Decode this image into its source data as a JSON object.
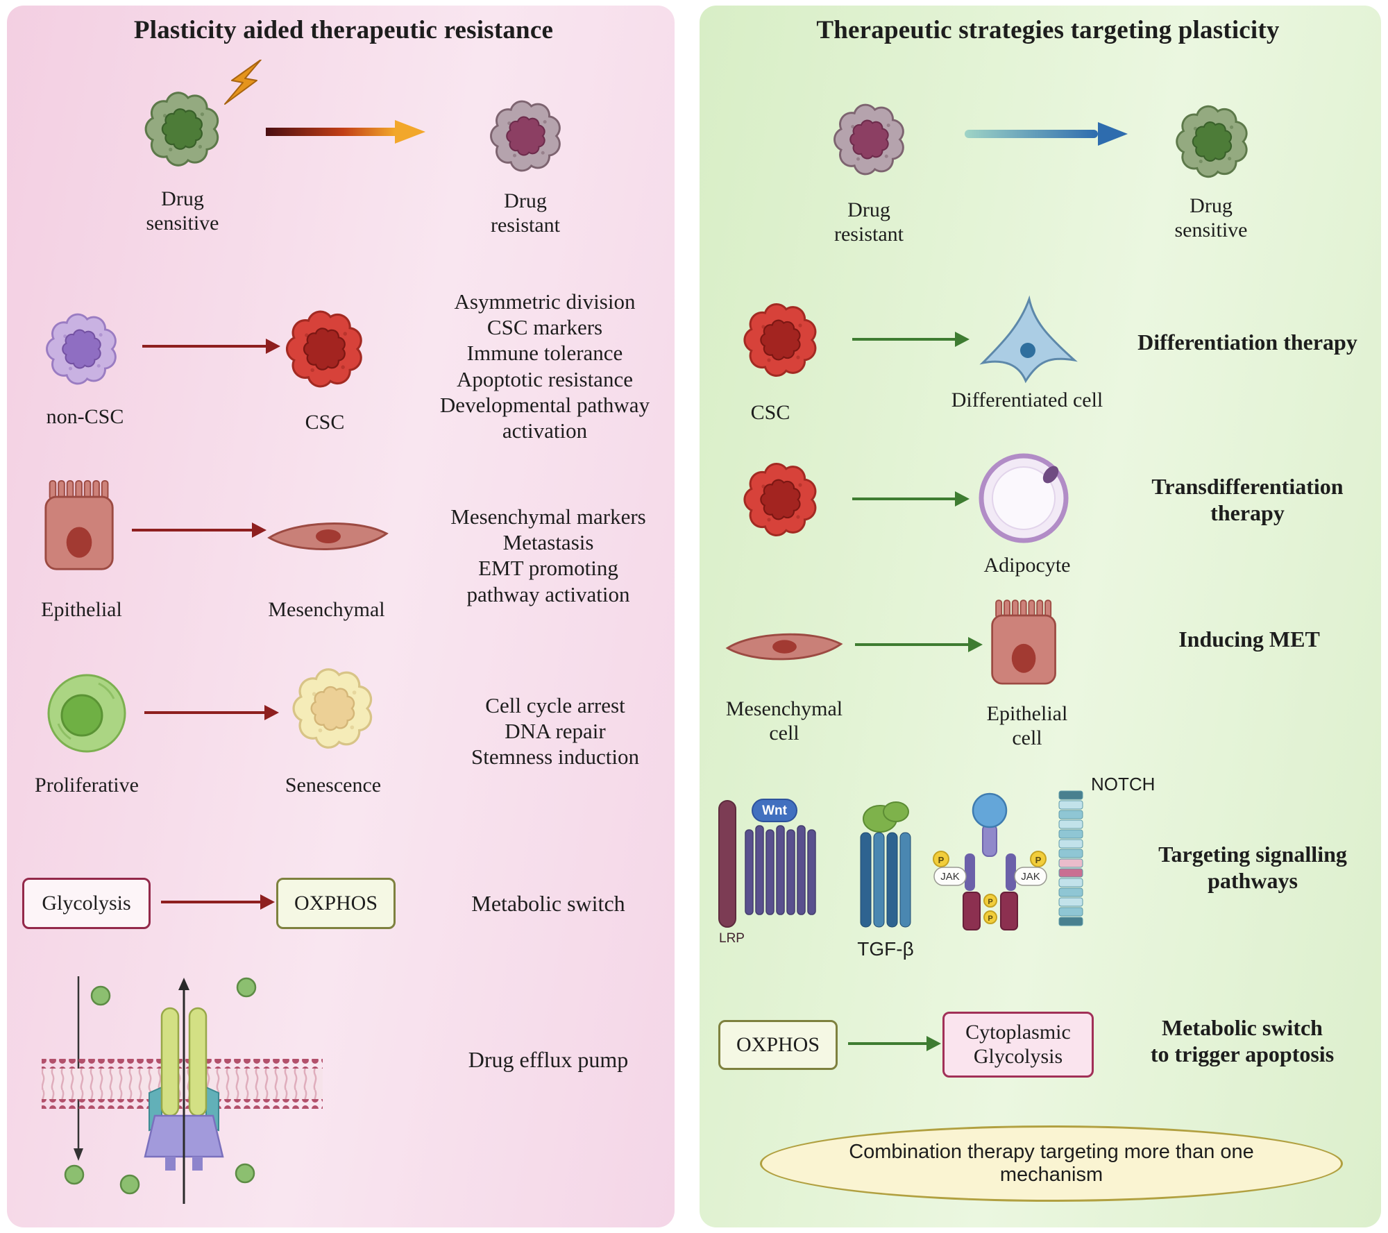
{
  "colors": {
    "left_panel_bg": "#f6d9e9",
    "right_panel_bg": "#dff0d0",
    "resistance_arrow": "#8e1f1f",
    "therapy_arrow": "#3e7c31",
    "resistance_gradient_start": "#4a0e12",
    "resistance_gradient_end": "#f2a72b",
    "sensitization_gradient_start": "#9fd4c6",
    "sensitization_gradient_end": "#2e6cae"
  },
  "left_panel": {
    "title": "Plasticity aided therapeutic resistance",
    "transition": {
      "from_label": "Drug\nsensitive",
      "to_label": "Drug\nresistant"
    },
    "csc_row": {
      "from_label": "non-CSC",
      "to_label": "CSC",
      "effects": "Asymmetric division\nCSC markers\nImmune tolerance\nApoptotic resistance\nDevelopmental pathway\nactivation"
    },
    "emt_row": {
      "from_label": "Epithelial",
      "to_label": "Mesenchymal",
      "effects": "Mesenchymal markers\nMetastasis\nEMT promoting\npathway activation"
    },
    "senescence_row": {
      "from_label": "Proliferative",
      "to_label": "Senescence",
      "effects": "Cell cycle arrest\nDNA repair\nStemness induction"
    },
    "metabolic_row": {
      "from_box": "Glycolysis",
      "to_box": "OXPHOS",
      "effects": "Metabolic switch"
    },
    "efflux_row": {
      "effects": "Drug efflux pump"
    }
  },
  "right_panel": {
    "title": "Therapeutic strategies targeting plasticity",
    "transition": {
      "from_label": "Drug\nresistant",
      "to_label": "Drug\nsensitive"
    },
    "differentiation_row": {
      "from_label": "CSC",
      "to_label": "Differentiated cell",
      "therapy": "Differentiation therapy"
    },
    "transdifferentiation_row": {
      "to_label": "Adipocyte",
      "therapy": "Transdifferentiation\ntherapy"
    },
    "met_row": {
      "from_label": "Mesenchymal\ncell",
      "to_label": "Epithelial\ncell",
      "therapy": "Inducing MET"
    },
    "signalling_row": {
      "wnt": "Wnt",
      "lrp": "LRP",
      "tgfb": "TGF-β",
      "jak": "JAK",
      "p": "P",
      "notch": "NOTCH",
      "therapy": "Targeting signalling\npathways"
    },
    "metabolic_row": {
      "from_box": "OXPHOS",
      "to_box": "Cytoplasmic\nGlycolysis",
      "therapy": "Metabolic switch\nto trigger apoptosis"
    },
    "combination_label": "Combination therapy targeting more than one mechanism"
  }
}
